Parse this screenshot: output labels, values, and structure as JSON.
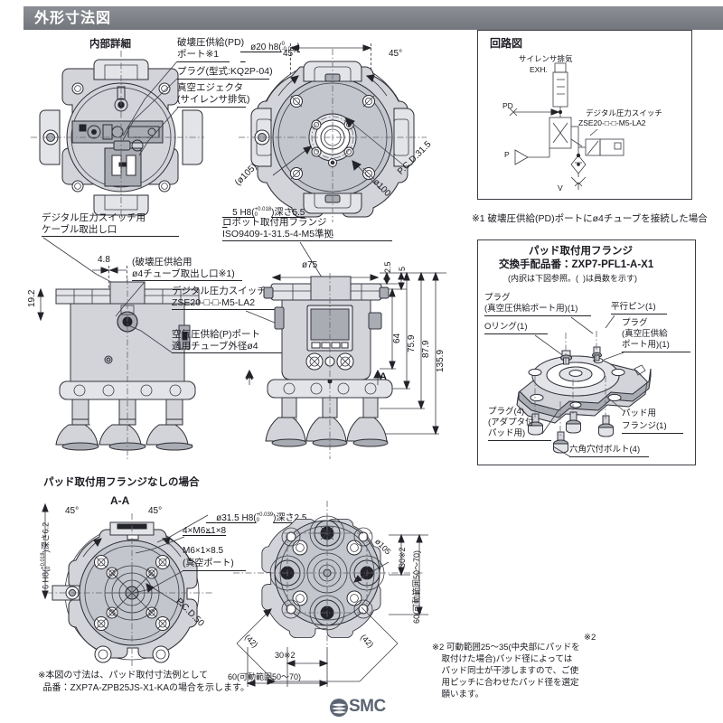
{
  "header": {
    "title": "外形寸法図"
  },
  "labels": {
    "internal_detail": "内部詳細",
    "pd_port_1": "破壊圧供給(PD)",
    "pd_port_2": "ポート※1",
    "plug_kq2p": "プラグ(型式:KQ2P-04)",
    "vac_ejector_1": "真空エジェクタ",
    "vac_ejector_2": "(サイレンサ排気)",
    "cable_outlet_1": "デジタル圧力スイッチ用",
    "cable_outlet_2": "ケーブル取出し口",
    "tube_outlet_1": "(破壊圧供給用",
    "tube_outlet_2": "ø4チューブ取出し口※1)",
    "pressure_switch_1": "デジタル圧力スイッチ",
    "pressure_switch_2": "ZSE20-□-□-M5-LA2",
    "air_supply_1": "空気圧供給(P)ポート",
    "air_supply_2": "適用チューブ外径ø4",
    "robot_flange_1": "ロボット取付用フランジ",
    "robot_flange_2": "ISO9409-1-31.5-4-M5準拠",
    "note1": "※1 破壊圧供給(PD)ポートにø4チューブを接続した場合",
    "no_flange_case": "パッド取付用フランジなしの場合",
    "section_aa": "A-A",
    "section_mark_a_left": "A",
    "section_mark_a_right": "A",
    "note_bottom_1": "※本図の寸法は、パッド取付寸法例として",
    "note_bottom_2": "  品番：ZXP7A-ZPB25JS-X1-KAの場合を示します。",
    "note2": "※2 可動範囲25～35(中央部にパッドを\n    取付けた場合)パッド径によっては\n    パッド同士が干渉しますので、ご使\n    用ピッチに合わせたパッド径を選定\n    願います。",
    "note2_mark": "※2"
  },
  "circuit": {
    "title": "回路図",
    "silencer_exhaust": "サイレンサ排気",
    "exh": "EXH.",
    "pd": "PD",
    "p": "P",
    "v": "V",
    "switch_1": "デジタル圧力スイッチ",
    "switch_2": "ZSE20-□-□-M5-LA2"
  },
  "flange_box": {
    "title_1": "パッド取付用フランジ",
    "title_2": "交換手配品番：ZXP7-PFL1-A-X1",
    "subtitle": "(内訳は下図参照。(  )は員数を示す)",
    "plug_vac_1": "プラグ",
    "plug_vac_2": "(真空圧供給ポート用)(1)",
    "oring": "Oリング(1)",
    "parallel_pin": "平行ピン(1)",
    "plug_vac_r_1": "プラグ",
    "plug_vac_r_2": "(真空圧供給",
    "plug_vac_r_3": "ポート用)(1)",
    "plug_adapter_1": "プラグ(4)",
    "plug_adapter_2": "(アダプタ付",
    "plug_adapter_3": "パッド用)",
    "pad_flange_1": "パッド用",
    "pad_flange_2": "フランジ(1)",
    "hex_bolt": "六角穴付ボルト(4)"
  },
  "dimensions": {
    "top_view": {
      "dia20_h8": "ø20 h8",
      "dia20_tol_up": "0",
      "dia20_tol_lo": "-0.033",
      "angle_left": "45°",
      "angle_right": "45°",
      "dia105": "(ø105)",
      "dia100": "ø100",
      "pcd315": "P.C.D.31.5",
      "d5_h8": "5 H8",
      "d5_tol_up": "+0.018",
      "d5_tol_lo": "0",
      "d5_depth": "深さ5.5"
    },
    "front_view": {
      "v48": "4.8",
      "v192": "19.2",
      "dia75": "ø75",
      "v25": "2.5",
      "v5": "5",
      "v64": "64",
      "v759": "75.9",
      "v879": "87.9",
      "v1359": "135.9"
    },
    "section_aa": {
      "d6_h8": "6 H8",
      "d6_tol_up": "+0.018",
      "d6_tol_lo": "0",
      "d6_depth": "深さ6.2",
      "angle_left": "45°",
      "angle_right": "45°",
      "dia315_h8": "ø31.5 H8",
      "dia315_tol_up": "+0.039",
      "dia315_tol_lo": "0",
      "dia315_depth": "深さ2.5",
      "thread4x": "4×M6×1×8",
      "thread_vac_1": "M6×1×8.5",
      "thread_vac_2": "(真空ポート)",
      "pcd50": "P.C.D.50"
    },
    "bottom_view": {
      "dia105": "ø105",
      "v30_a": "30※2",
      "v60_a": "60(可動範囲50～70)",
      "v30_b": "30※2",
      "v60_b": "60(可動範囲50～70)",
      "v42_left": "(42)",
      "v42_right": "(42)"
    }
  },
  "brand": {
    "name": "SMC",
    "logo_icon": "smc-swirl-logo"
  },
  "colors": {
    "header_bar": "#7f8188",
    "header_text": "#ffffff",
    "body_fill": "#d2d4d9",
    "line": "#2c2c34",
    "text": "#1b1b22",
    "logo": "#5b6472"
  }
}
